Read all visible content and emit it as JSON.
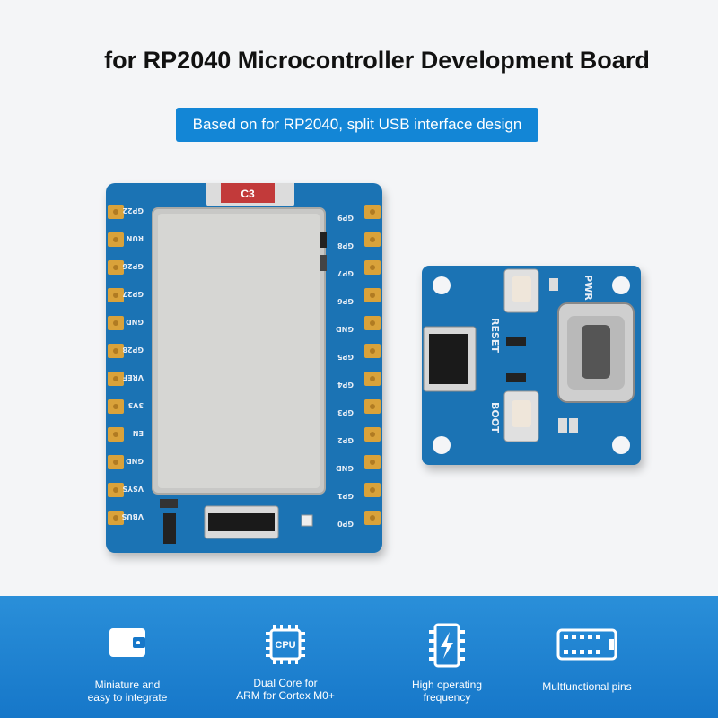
{
  "header": {
    "title": "for RP2040 Microcontroller Development Board",
    "subtitle": "Based on for RP2040, split USB interface design"
  },
  "main_board": {
    "left_pins": [
      "GP22",
      "RUN",
      "GP26",
      "GP27",
      "GND",
      "GP28",
      "VREF",
      "3V3",
      "EN",
      "GND",
      "VSYS",
      "VBUS"
    ],
    "right_pins": [
      "GP9",
      "GP8",
      "GP7",
      "GP6",
      "GND",
      "GP5",
      "GP4",
      "GP3",
      "GP2",
      "GND",
      "GP1",
      "GP0"
    ],
    "chip_mark": "C3"
  },
  "usb_board": {
    "reset_label": "RESET",
    "boot_label": "BOOT",
    "pwr_label": "PWR"
  },
  "features": [
    {
      "icon": "wallet-icon",
      "label_line1": "Miniature and",
      "label_line2": "easy to integrate"
    },
    {
      "icon": "cpu-icon",
      "label_line1": "Dual Core for",
      "label_line2": "ARM for Cortex M0+"
    },
    {
      "icon": "frequency-chip-icon",
      "label_line1": "High operating",
      "label_line2": "frequency"
    },
    {
      "icon": "pins-chip-icon",
      "label_line1": "Multfunctional pins",
      "label_line2": ""
    }
  ],
  "cpu_icon_text": "CPU",
  "colors": {
    "accent": "#1386d6",
    "band": "#1677c9",
    "pcb": "#1b73b4",
    "pad": "#d9a23a"
  }
}
